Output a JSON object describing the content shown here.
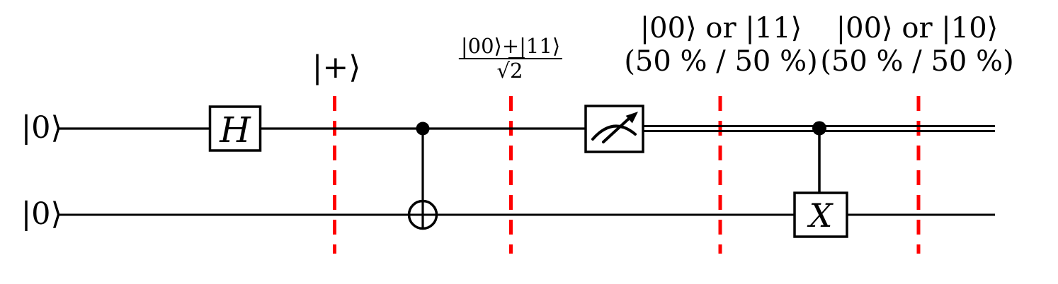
{
  "colors": {
    "ink": "#000000",
    "barrier": "#ff0000",
    "background": "#ffffff"
  },
  "qubits": [
    {
      "label": "|0⟩"
    },
    {
      "label": "|0⟩"
    }
  ],
  "gates": {
    "hadamard": "H",
    "x": "X"
  },
  "annotations": {
    "plus_state": "|+⟩",
    "bell_fraction": {
      "numerator": "|00⟩+|11⟩",
      "sqrt_sign": "√",
      "sqrt_radicand": "2"
    },
    "measured_state": {
      "line1": "|00⟩ or |11⟩",
      "line2": "(50 % / 50 %)"
    },
    "corrected_state": {
      "line1": "|00⟩ or |10⟩",
      "line2": "(50 % / 50 %)"
    }
  }
}
